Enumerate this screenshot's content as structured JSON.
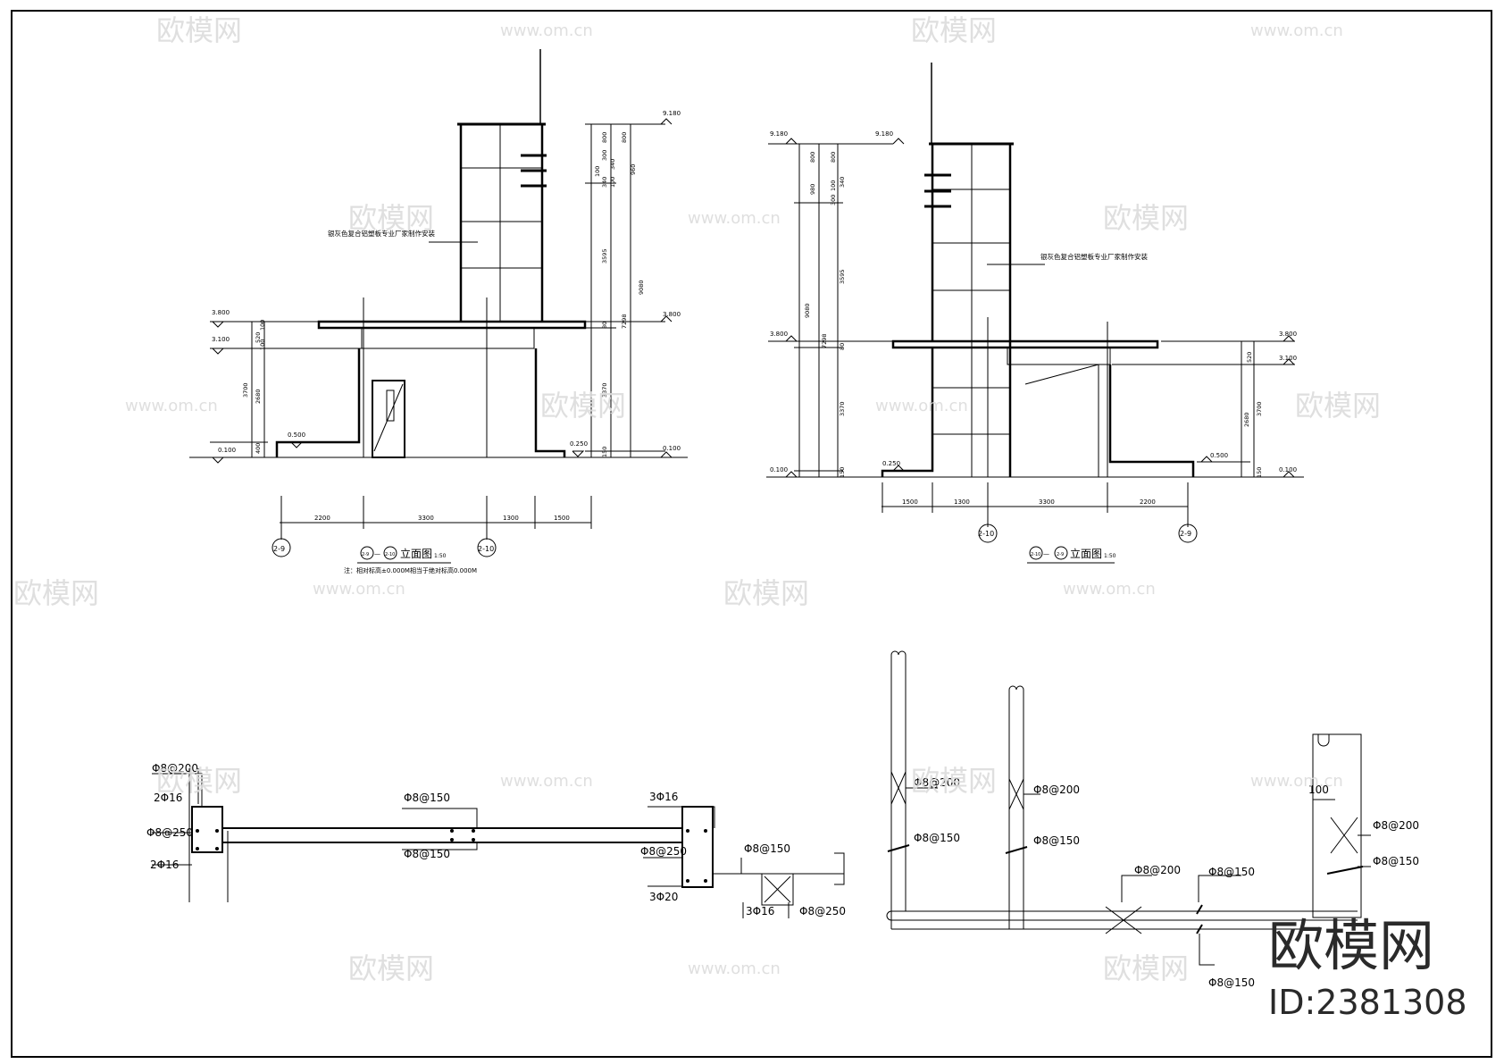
{
  "left_elevation": {
    "material_note": "银灰色复合铝塑板专业厂家制作安装",
    "elevations": {
      "top": "9.180",
      "canopy_left": "3.800",
      "canopy_right": "3.800",
      "underside": "3.100",
      "ground_left": "0.100",
      "step_left": "0.500",
      "step_right": "0.250",
      "ground_right": "0.100"
    },
    "vertical_dims": [
      "800",
      "800",
      "300",
      "100",
      "340",
      "960",
      "340",
      "100",
      "3595",
      "9080",
      "80",
      "7298",
      "3370",
      "150",
      "100",
      "520",
      "3700",
      "2680",
      "400",
      "100"
    ],
    "horizontal_dims": [
      "2200",
      "3300",
      "1300",
      "1500"
    ],
    "axis_left": "2-9",
    "axis_right": "2-10",
    "title_axis_a": "2-9",
    "title_sep": "—",
    "title_axis_b": "2-10",
    "title": "立面图",
    "scale": "1:50",
    "note": "注：相对标高±0.000M相当于绝对标高0.000M"
  },
  "right_elevation": {
    "material_note": "银灰色复合铝塑板专业厂家制作安装",
    "elevations": {
      "top_left": "9.180",
      "top_right": "9.180",
      "canopy_left": "3.800",
      "canopy_right": "3.800",
      "underside": "3.100",
      "ground_left": "0.100",
      "step_left": "0.250",
      "step_right": "0.500",
      "ground_right": "0.100"
    },
    "vertical_dims": [
      "800",
      "800",
      "980",
      "100",
      "300",
      "340",
      "9080",
      "3595",
      "7298",
      "80",
      "3370",
      "150",
      "520",
      "3700",
      "2680",
      "150"
    ],
    "horizontal_dims": [
      "1500",
      "1300",
      "3300",
      "2200"
    ],
    "axis_left": "2-10",
    "axis_right": "2-9",
    "title_axis_a": "2-10",
    "title_sep": "—",
    "title_axis_b": "2-9",
    "title": "立面图",
    "scale": "1:50"
  },
  "plan_left": {
    "labels": [
      "Φ8@200",
      "2Φ16",
      "Φ8@250",
      "2Φ16",
      "Φ8@150",
      "Φ8@150",
      "3Φ16",
      "Φ8@250",
      "Φ8@150",
      "3Φ20",
      "3Φ16",
      "Φ8@250"
    ]
  },
  "plan_right": {
    "labels": [
      "Φ8@200",
      "Φ8@150",
      "Φ8@200",
      "Φ8@150",
      "Φ8@200",
      "Φ8@150",
      "Φ8@150",
      "100",
      "Φ8@200",
      "Φ8@150"
    ]
  },
  "watermark": {
    "brand": "欧模网",
    "url": "www.om.cn",
    "corner_id": "ID:2381308"
  }
}
